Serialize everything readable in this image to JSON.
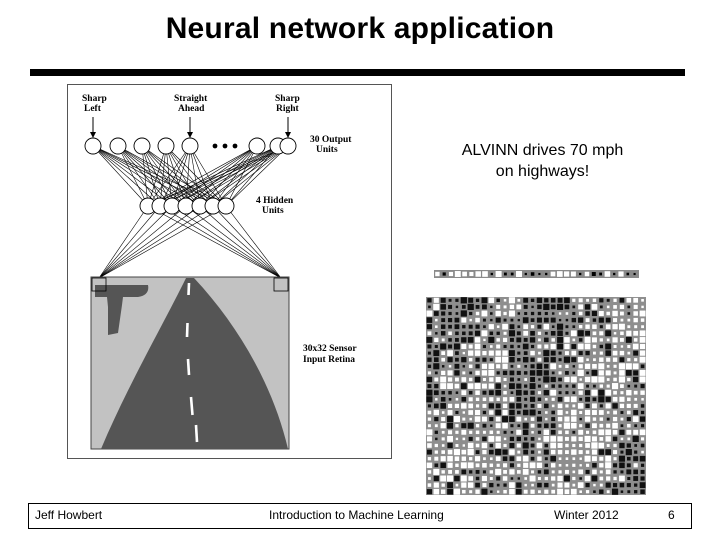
{
  "slide": {
    "title": "Neural network application",
    "caption_line1": "ALVINN drives 70 mph",
    "caption_line2": "on highways!"
  },
  "figure": {
    "label_sharp_left": "Sharp\nLeft",
    "label_straight_ahead": "Straight\nAhead",
    "label_sharp_right": "Sharp\nRight",
    "label_output_units": "30 Output\nUnits",
    "label_hidden_units": "4 Hidden\nUnits",
    "label_input_retina": "30x32 Sensor\nInput Retina"
  },
  "footer": {
    "author": "Jeff Howbert",
    "course": "Introduction to Machine Learning",
    "term": "Winter 2012",
    "page": "6"
  }
}
